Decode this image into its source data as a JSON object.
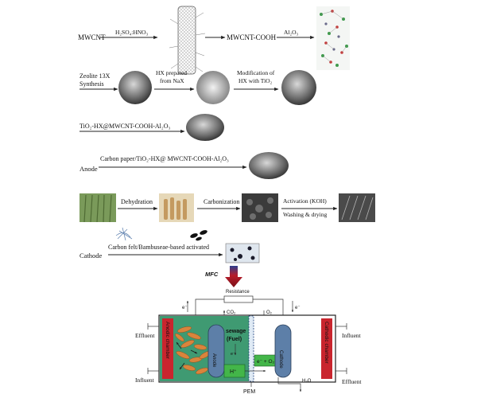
{
  "synthesis": {
    "row1": {
      "start": "MWCNT",
      "reagent": "H₂SO₄:HNO₃",
      "product": "MWCNT-COOH",
      "additive": "Al₂O₃"
    },
    "row2": {
      "start_line1": "Zeolite 13X",
      "start_line2": "Synthesis",
      "step1_line1": "HX prepared",
      "step1_line2": "from NaX",
      "step2_line1": "Modification of",
      "step2_line2": "HX with TiO₂"
    },
    "row3": {
      "composite": "TiO₂-HX@MWCNT-COOH-Al₂O₃"
    },
    "row4": {
      "composite": "Carbon paper/TiO₂-HX@ MWCNT-COOH-Al₂O₃",
      "electrode": "Anode"
    },
    "row5": {
      "step1": "Dehydration",
      "step2": "Carbonization",
      "step3_line1": "Activation (KOH)",
      "step3_line2": "Washing & drying"
    },
    "row6": {
      "electrode": "Cathode",
      "composite": "Carbon felt/Bambuseae-based activated"
    }
  },
  "mfc": {
    "label": "MFC",
    "resistance": "Resistance",
    "electron": "e⁻",
    "co2": "CO₂",
    "o2": "O₂",
    "sewage_line1": "sewage",
    "sewage_line2": "(Fuel)",
    "anode": "Anode",
    "cathode": "Cathode",
    "h_plus": "H⁺",
    "reaction": "e⁻ + O₂",
    "h2o": "H₂O",
    "anodic_chamber": "Anodic chamber",
    "cathodic_chamber": "Cathodic chamber",
    "pem": "PEM",
    "effluent_left": "Effluent",
    "influent_left": "Influent",
    "influent_right": "Influent",
    "effluent_right": "Effluent",
    "colors": {
      "anode_chamber": "#3f9a72",
      "cathode_chamber": "#ffffff",
      "chamber_strip": "#c9252e",
      "electrode": "#5d7fa8",
      "mfc_arrow": "#b81c2a",
      "mfc_label": "#2c62b8",
      "sewage_text": "#ffd84a",
      "proton_box": "#43b649",
      "bacteria": "#d9843c"
    }
  }
}
